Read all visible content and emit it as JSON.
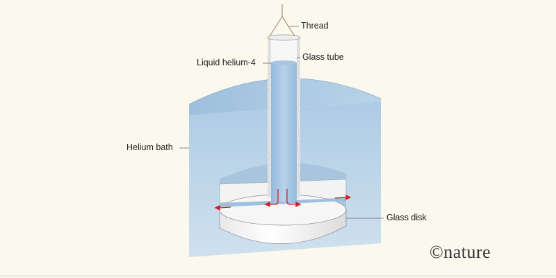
{
  "labels": {
    "thread": "Thread",
    "glass_tube": "Glass tube",
    "liquid_helium": "Liquid helium-4",
    "helium_bath": "Helium bath",
    "glass_disk": "Glass disk"
  },
  "logo": "©nature",
  "colors": {
    "background": "#fbf8ee",
    "helium": "#9ec0de",
    "glass": "#f4f4f4",
    "flow_arrow": "#cc2222",
    "thread": "#a08060"
  }
}
